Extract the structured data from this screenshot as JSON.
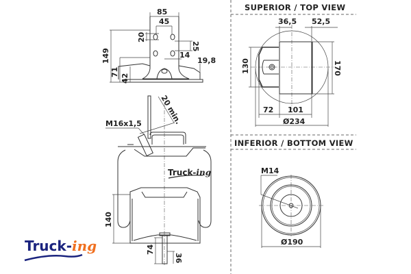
{
  "drawing": {
    "top_view_title": "SUPERIOR / TOP VIEW",
    "bottom_view_title": "INFERIOR / BOTTOM VIEW",
    "bracket_dims": {
      "width_total": "85",
      "hole_spacing_x": "45",
      "hole_spacing_y_small": "20",
      "hole_offset_y": "25",
      "hole_offset_x": "14",
      "plate_thickness": "19,8",
      "height_total": "149",
      "height_mid": "71",
      "height_low": "42"
    },
    "side_view_dims": {
      "thread": "M16x1,5",
      "clearance": "20 min.",
      "piston_height": "140",
      "stud_length": "74",
      "thread_length": "36"
    },
    "top_view_dims": {
      "offset_a": "36,5",
      "offset_b": "52,5",
      "width_130": "130",
      "width_170": "170",
      "len_72": "72",
      "len_101": "101",
      "diameter": "Ø234"
    },
    "bottom_view_dims": {
      "thread": "M14",
      "diameter": "Ø190"
    }
  },
  "branding": {
    "logo_main": "Truck-",
    "logo_accent": "ing",
    "watermark_main": "Truck-",
    "watermark_accent": "ing",
    "colors": {
      "logo_main": "#1a237e",
      "logo_accent": "#f07020"
    }
  }
}
